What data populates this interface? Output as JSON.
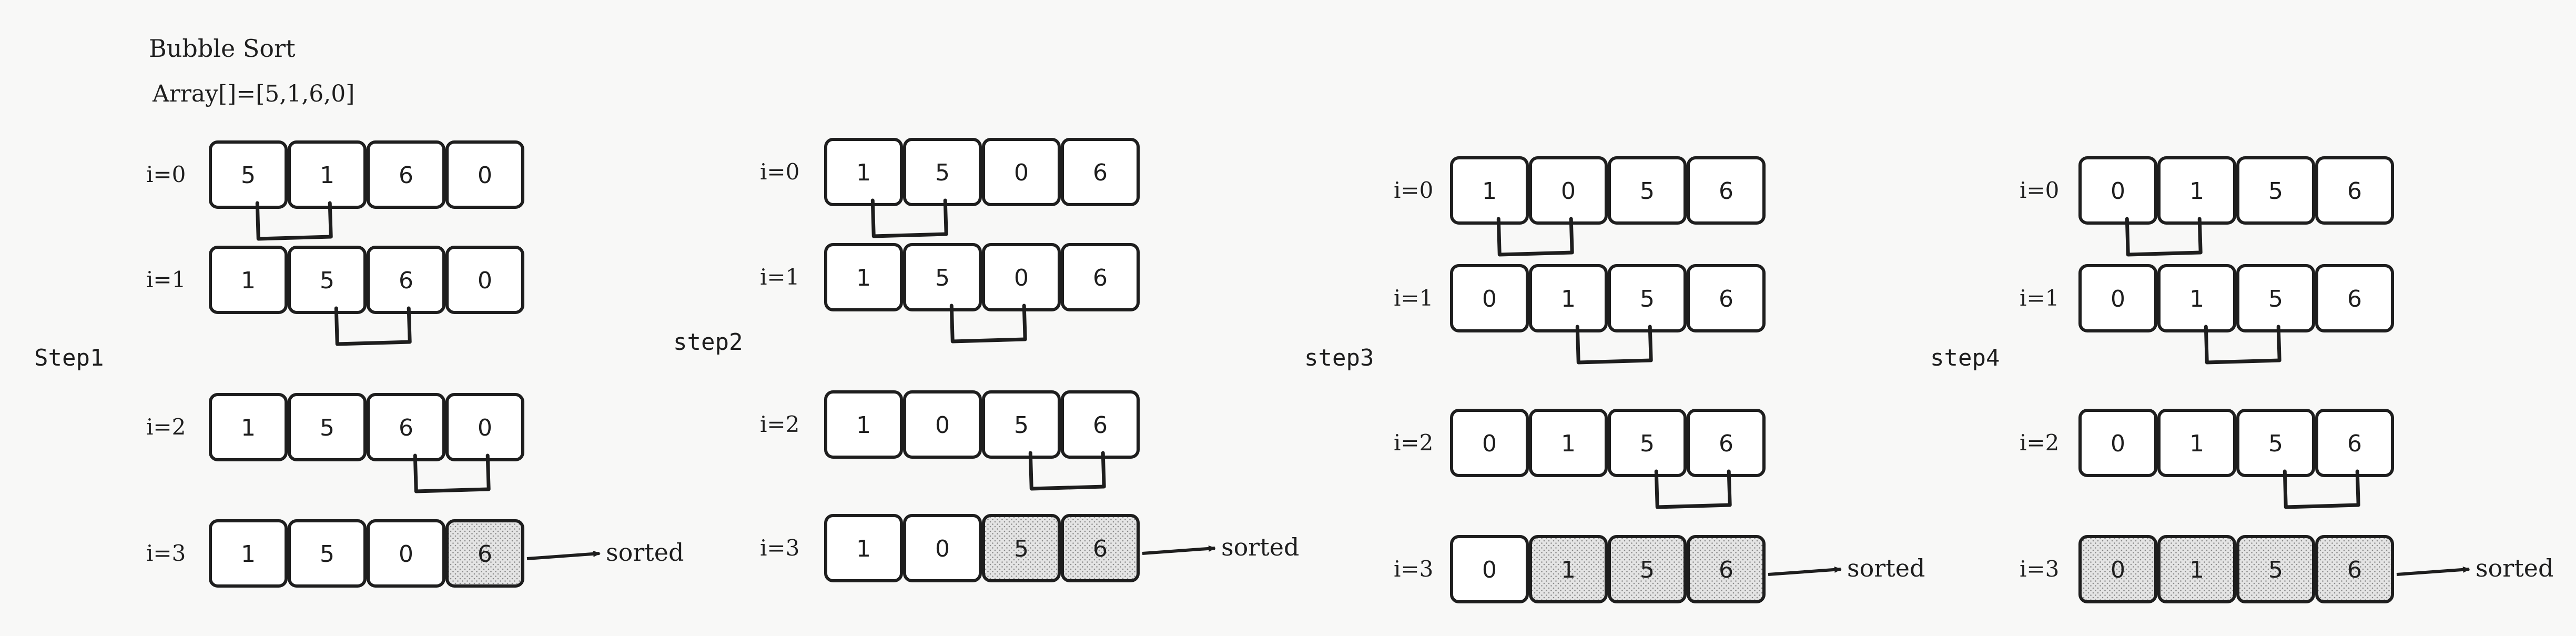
{
  "title": "Bubble Sort",
  "array_label": "Array[]=[5,1,6,0]",
  "sorted_label": "sorted",
  "colors": {
    "stroke": "#1e1e1e",
    "text": "#1e1e1e",
    "background": "#f8f8f7",
    "sorted_fill": "#cfcfcf"
  },
  "steps": [
    {
      "label": "Step1",
      "rows": [
        {
          "label": "i=0",
          "values": [
            "5",
            "1",
            "6",
            "0"
          ],
          "compare": [
            0,
            1
          ],
          "sorted": []
        },
        {
          "label": "i=1",
          "values": [
            "1",
            "5",
            "6",
            "0"
          ],
          "compare": [
            1,
            2
          ],
          "sorted": []
        },
        {
          "label": "i=2",
          "values": [
            "1",
            "5",
            "6",
            "0"
          ],
          "compare": [
            2,
            3
          ],
          "sorted": []
        },
        {
          "label": "i=3",
          "values": [
            "1",
            "5",
            "0",
            "6"
          ],
          "compare": [],
          "sorted": [
            3
          ]
        }
      ]
    },
    {
      "label": "step2",
      "rows": [
        {
          "label": "i=0",
          "values": [
            "1",
            "5",
            "0",
            "6"
          ],
          "compare": [
            0,
            1
          ],
          "sorted": []
        },
        {
          "label": "i=1",
          "values": [
            "1",
            "5",
            "0",
            "6"
          ],
          "compare": [
            1,
            2
          ],
          "sorted": []
        },
        {
          "label": "i=2",
          "values": [
            "1",
            "0",
            "5",
            "6"
          ],
          "compare": [
            2,
            3
          ],
          "sorted": []
        },
        {
          "label": "i=3",
          "values": [
            "1",
            "0",
            "5",
            "6"
          ],
          "compare": [],
          "sorted": [
            2,
            3
          ]
        }
      ]
    },
    {
      "label": "step3",
      "rows": [
        {
          "label": "i=0",
          "values": [
            "1",
            "0",
            "5",
            "6"
          ],
          "compare": [
            0,
            1
          ],
          "sorted": []
        },
        {
          "label": "i=1",
          "values": [
            "0",
            "1",
            "5",
            "6"
          ],
          "compare": [
            1,
            2
          ],
          "sorted": []
        },
        {
          "label": "i=2",
          "values": [
            "0",
            "1",
            "5",
            "6"
          ],
          "compare": [
            2,
            3
          ],
          "sorted": []
        },
        {
          "label": "i=3",
          "values": [
            "0",
            "1",
            "5",
            "6"
          ],
          "compare": [],
          "sorted": [
            1,
            2,
            3
          ]
        }
      ]
    },
    {
      "label": "step4",
      "rows": [
        {
          "label": "i=0",
          "values": [
            "0",
            "1",
            "5",
            "6"
          ],
          "compare": [
            0,
            1
          ],
          "sorted": []
        },
        {
          "label": "i=1",
          "values": [
            "0",
            "1",
            "5",
            "6"
          ],
          "compare": [
            1,
            2
          ],
          "sorted": []
        },
        {
          "label": "i=2",
          "values": [
            "0",
            "1",
            "5",
            "6"
          ],
          "compare": [
            2,
            3
          ],
          "sorted": []
        },
        {
          "label": "i=3",
          "values": [
            "0",
            "1",
            "5",
            "6"
          ],
          "compare": [],
          "sorted": [
            0,
            1,
            2,
            3
          ]
        }
      ]
    }
  ]
}
